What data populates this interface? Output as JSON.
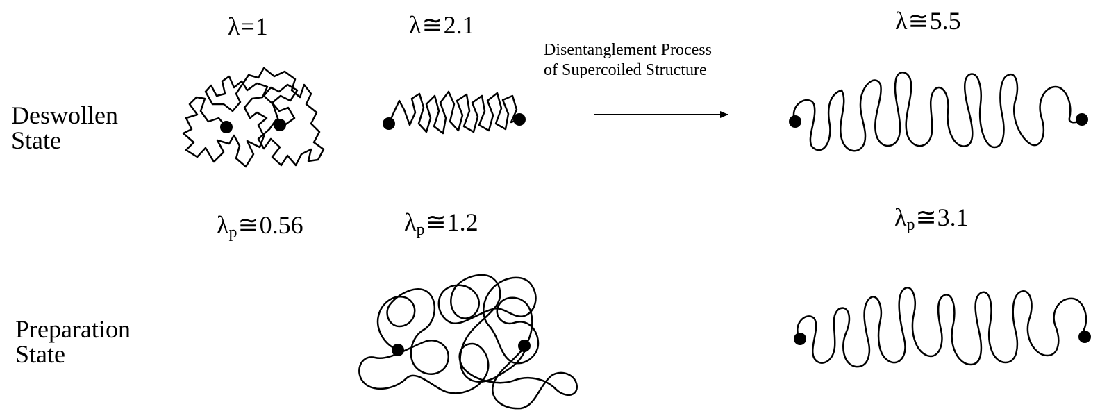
{
  "row_labels": {
    "deswollen": {
      "line1": "Deswollen",
      "line2": "State"
    },
    "preparation": {
      "line1": "Preparation",
      "line2": "State"
    }
  },
  "process_label": {
    "line1": "Disentanglement Process",
    "line2": "of Supercoiled Structure"
  },
  "lambda_labels": {
    "lam1": {
      "symbol": "λ",
      "sub": "",
      "rel": "=",
      "value": "1"
    },
    "lam2": {
      "symbol": "λ",
      "sub": "",
      "rel": "≅",
      "value": "2.1"
    },
    "lam3": {
      "symbol": "λ",
      "sub": "",
      "rel": "≅",
      "value": "5.5"
    },
    "lamp1": {
      "symbol": "λ",
      "sub": "p",
      "rel": "≅",
      "value": "0.56"
    },
    "lamp2": {
      "symbol": "λ",
      "sub": "p",
      "rel": "≅",
      "value": "1.2"
    },
    "lamp3": {
      "symbol": "λ",
      "sub": "p",
      "rel": "≅",
      "value": "3.1"
    }
  },
  "colors": {
    "ink": "#000000",
    "background": "#ffffff"
  },
  "icons": [
    "polymer-chain-icon",
    "chain-end-dot-icon",
    "arrow-right-icon"
  ]
}
